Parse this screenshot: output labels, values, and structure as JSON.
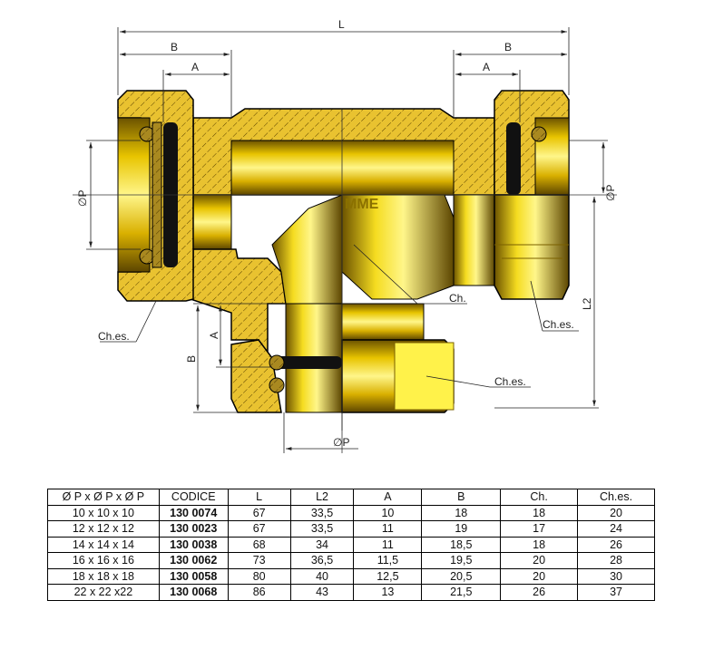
{
  "drawing": {
    "dimension_labels": {
      "L": "L",
      "B_left": "B",
      "A_left": "A",
      "B_right": "B",
      "A_right": "A",
      "P_left": "∅P",
      "P_right": "∅P",
      "L2": "L2",
      "B_bottom": "B",
      "A_bottom": "A",
      "P_bottom": "∅P"
    },
    "callouts": {
      "ch": "Ch.",
      "ches_left": "Ch.es.",
      "ches_right": "Ch.es.",
      "ches_bottom": "Ch.es."
    },
    "logo_text": "MME",
    "colors": {
      "brass_light": "#fff24a",
      "brass_mid": "#e8c400",
      "brass_dark": "#6b5200",
      "seal": "#111111"
    }
  },
  "table": {
    "headers": [
      "Ø P x Ø P x Ø P",
      "CODICE",
      "L",
      "L2",
      "A",
      "B",
      "Ch.",
      "Ch.es."
    ],
    "rows": [
      [
        "10 x 10 x 10",
        "130 0074",
        "67",
        "33,5",
        "10",
        "18",
        "18",
        "20"
      ],
      [
        "12 x 12 x 12",
        "130 0023",
        "67",
        "33,5",
        "11",
        "19",
        "17",
        "24"
      ],
      [
        "14 x 14 x 14",
        "130 0038",
        "68",
        "34",
        "11",
        "18,5",
        "18",
        "26"
      ],
      [
        "16 x 16 x 16",
        "130 0062",
        "73",
        "36,5",
        "11,5",
        "19,5",
        "20",
        "28"
      ],
      [
        "18 x 18 x 18",
        "130 0058",
        "80",
        "40",
        "12,5",
        "20,5",
        "20",
        "30"
      ],
      [
        "22 x 22 x22",
        "130 0068",
        "86",
        "43",
        "13",
        "21,5",
        "26",
        "37"
      ]
    ]
  }
}
